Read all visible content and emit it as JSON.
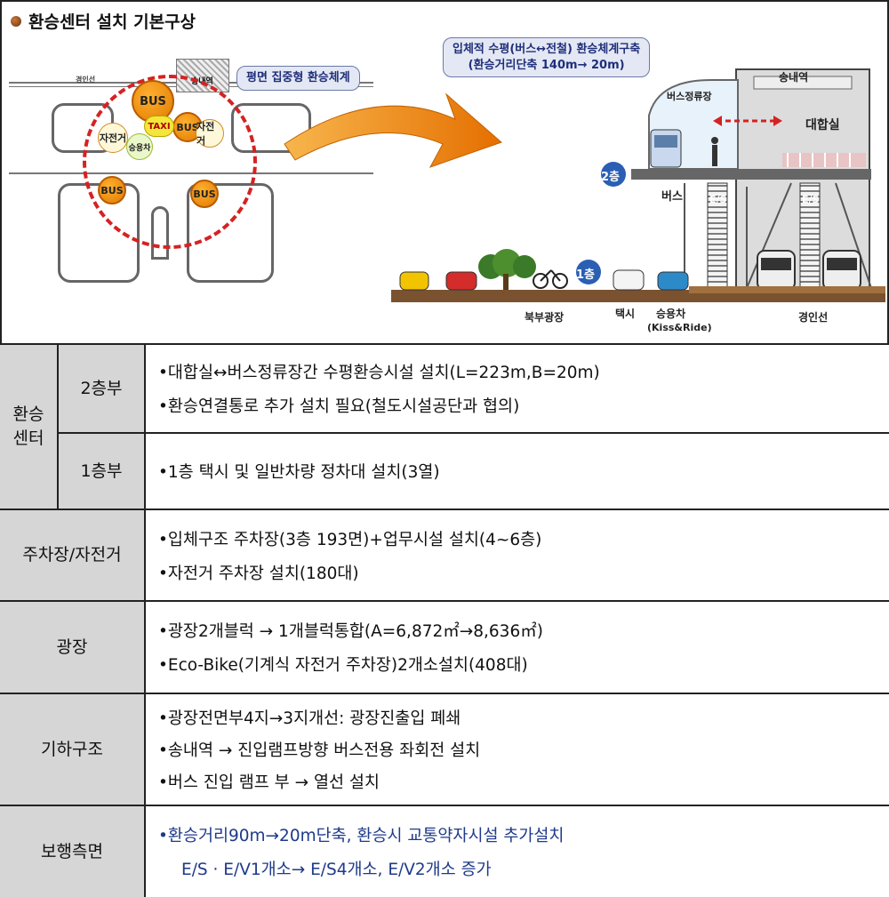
{
  "figure": {
    "title": "환승센터 설치 기본구상",
    "map_labels": {
      "rail_line": "경인선",
      "station": "송내역",
      "plan_box": "평면 집중형 환승체계",
      "bus": "BUS",
      "taxi": "TAXI",
      "bike": "자전거",
      "car": "승용차"
    },
    "callout_line1": "입체적 수평(버스↔전철) 환승체계구축",
    "callout_line2": "(환승거리단축 140m→ 20m)",
    "section_labels": {
      "station": "송내역",
      "bus_stop": "버스정류장",
      "concourse": "대합실",
      "floor2": "2층",
      "floor1": "1층",
      "bus": "버스",
      "escalator": "E/S",
      "north_plaza": "북부광장",
      "taxi": "택시",
      "car": "승용차",
      "kiss_ride": "(Kiss&Ride)",
      "rail_line": "경인선"
    }
  },
  "table": {
    "rows": [
      {
        "group": "환승\n센터",
        "sub": "2층부",
        "items": [
          "•대합실↔버스정류장간 수평환승시설 설치(L=223m,B=20m)",
          "•환승연결통로 추가 설치 필요(철도시설공단과 협의)"
        ]
      },
      {
        "sub": "1층부",
        "items": [
          "•1층 택시 및 일반차량 정차대 설치(3열)"
        ]
      },
      {
        "label": "주차장/자전거",
        "items": [
          "•입체구조 주차장(3층 193면)+업무시설 설치(4~6층)",
          "•자전거 주차장 설치(180대)"
        ]
      },
      {
        "label": "광장",
        "items": [
          "•광장2개블럭 → 1개블럭통합(A=6,872㎡→8,636㎡)",
          "•Eco-Bike(기계식 자전거 주차장)2개소설치(408대)"
        ]
      },
      {
        "label": "기하구조",
        "items": [
          "•광장전면부4지→3지개선: 광장진출입 폐쇄",
          "•송내역 → 진입램프방향 버스전용 좌회전 설치",
          "•버스 진입 램프 부 → 열선 설치"
        ]
      },
      {
        "label": "보행측면",
        "items": [
          "•환승거리90m→20m단축, 환승시 교통약자시설 추가설치",
          "E/S ·  E/V1개소→ E/S4개소, E/V2개소 증가"
        ]
      }
    ]
  },
  "colors": {
    "accent_blue": "#1e3a8a",
    "header_gray": "#d6d6d6",
    "bus_orange": "#e07a00",
    "dash_red": "#d52222"
  }
}
